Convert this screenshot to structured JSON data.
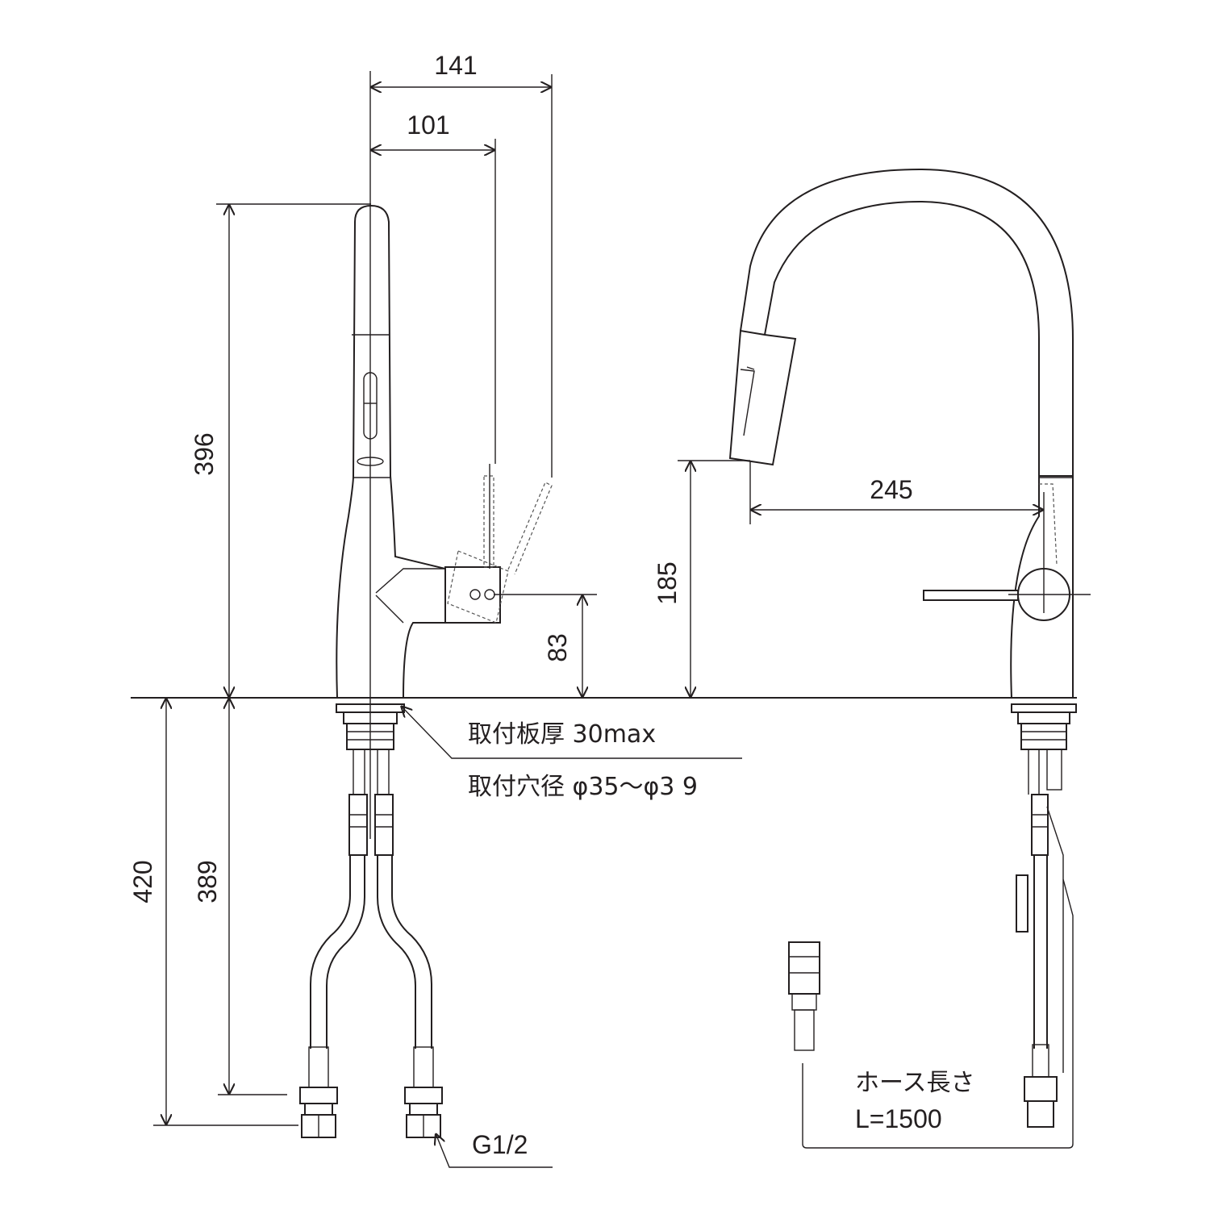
{
  "dimensions": {
    "width_spout_total": "141",
    "width_lever": "101",
    "height_total": "396",
    "height_lever": "83",
    "reach": "245",
    "spout_height": "185",
    "below_total": "420",
    "below_hose": "389"
  },
  "notes": {
    "plate_thickness": "取付板厚 30max",
    "hole_diameter": "取付穴径 φ35～φ3 9",
    "thread": "G1/2",
    "hose_length_title": "ホース長さ",
    "hose_length_value": "L=1500"
  },
  "colors": {
    "line": "#231f20",
    "background": "#ffffff"
  }
}
